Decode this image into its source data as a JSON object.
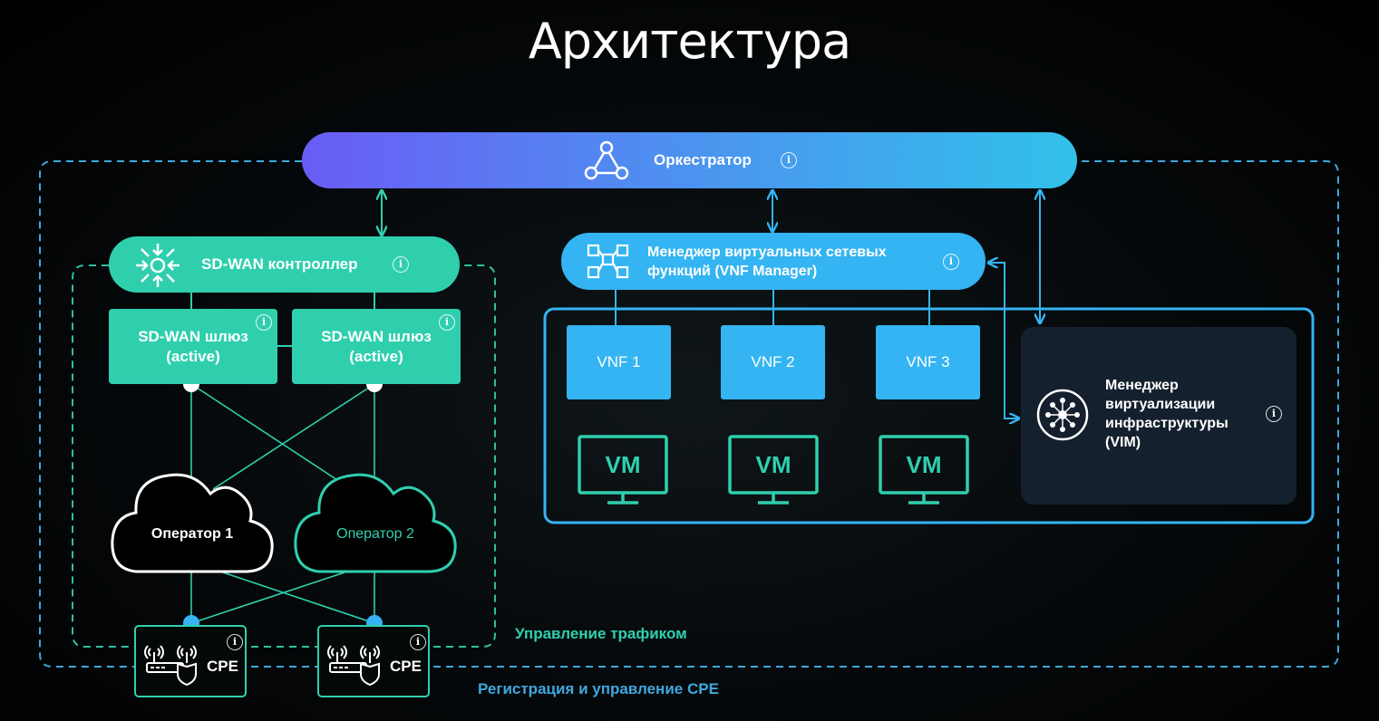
{
  "title": "Архитектура",
  "orchestrator": {
    "label": "Оркестратор",
    "icon": "orchestrator-icon"
  },
  "controller": {
    "label": "SD-WAN контроллер",
    "icon": "controller-icon"
  },
  "gateways": [
    {
      "line1": "SD-WAN шлюз",
      "line2": "(active)"
    },
    {
      "line1": "SD-WAN шлюз",
      "line2": "(active)"
    }
  ],
  "vnf_manager": {
    "line1": "Менеджер виртуальных сетевых",
    "line2": "функций (VNF Manager)",
    "icon": "vnf-manager-icon"
  },
  "vnfs": [
    "VNF 1",
    "VNF 2",
    "VNF 3"
  ],
  "vms": [
    "VM",
    "VM",
    "VM"
  ],
  "vim": {
    "lines": [
      "Менеджер",
      "виртуализации",
      "инфраструктуры",
      "(VIM)"
    ],
    "icon": "vim-icon"
  },
  "operators": [
    "Оператор 1",
    "Оператор 2"
  ],
  "cpes": [
    "CPE",
    "CPE"
  ],
  "traffic_label": "Управление трафиком",
  "cpe_mgmt_label": "Регистрация и управление CPE",
  "info_glyph": "i",
  "colors": {
    "background": "#000000",
    "teal": "#2fcfae",
    "blue": "#34b4f2",
    "dashed_blue": "#3fa8de",
    "dashed_teal": "#2fbf9e",
    "orch_gradient_start": "#6a5cf5",
    "orch_gradient_end": "#31c1ea",
    "vim_panel": "#15202e"
  }
}
